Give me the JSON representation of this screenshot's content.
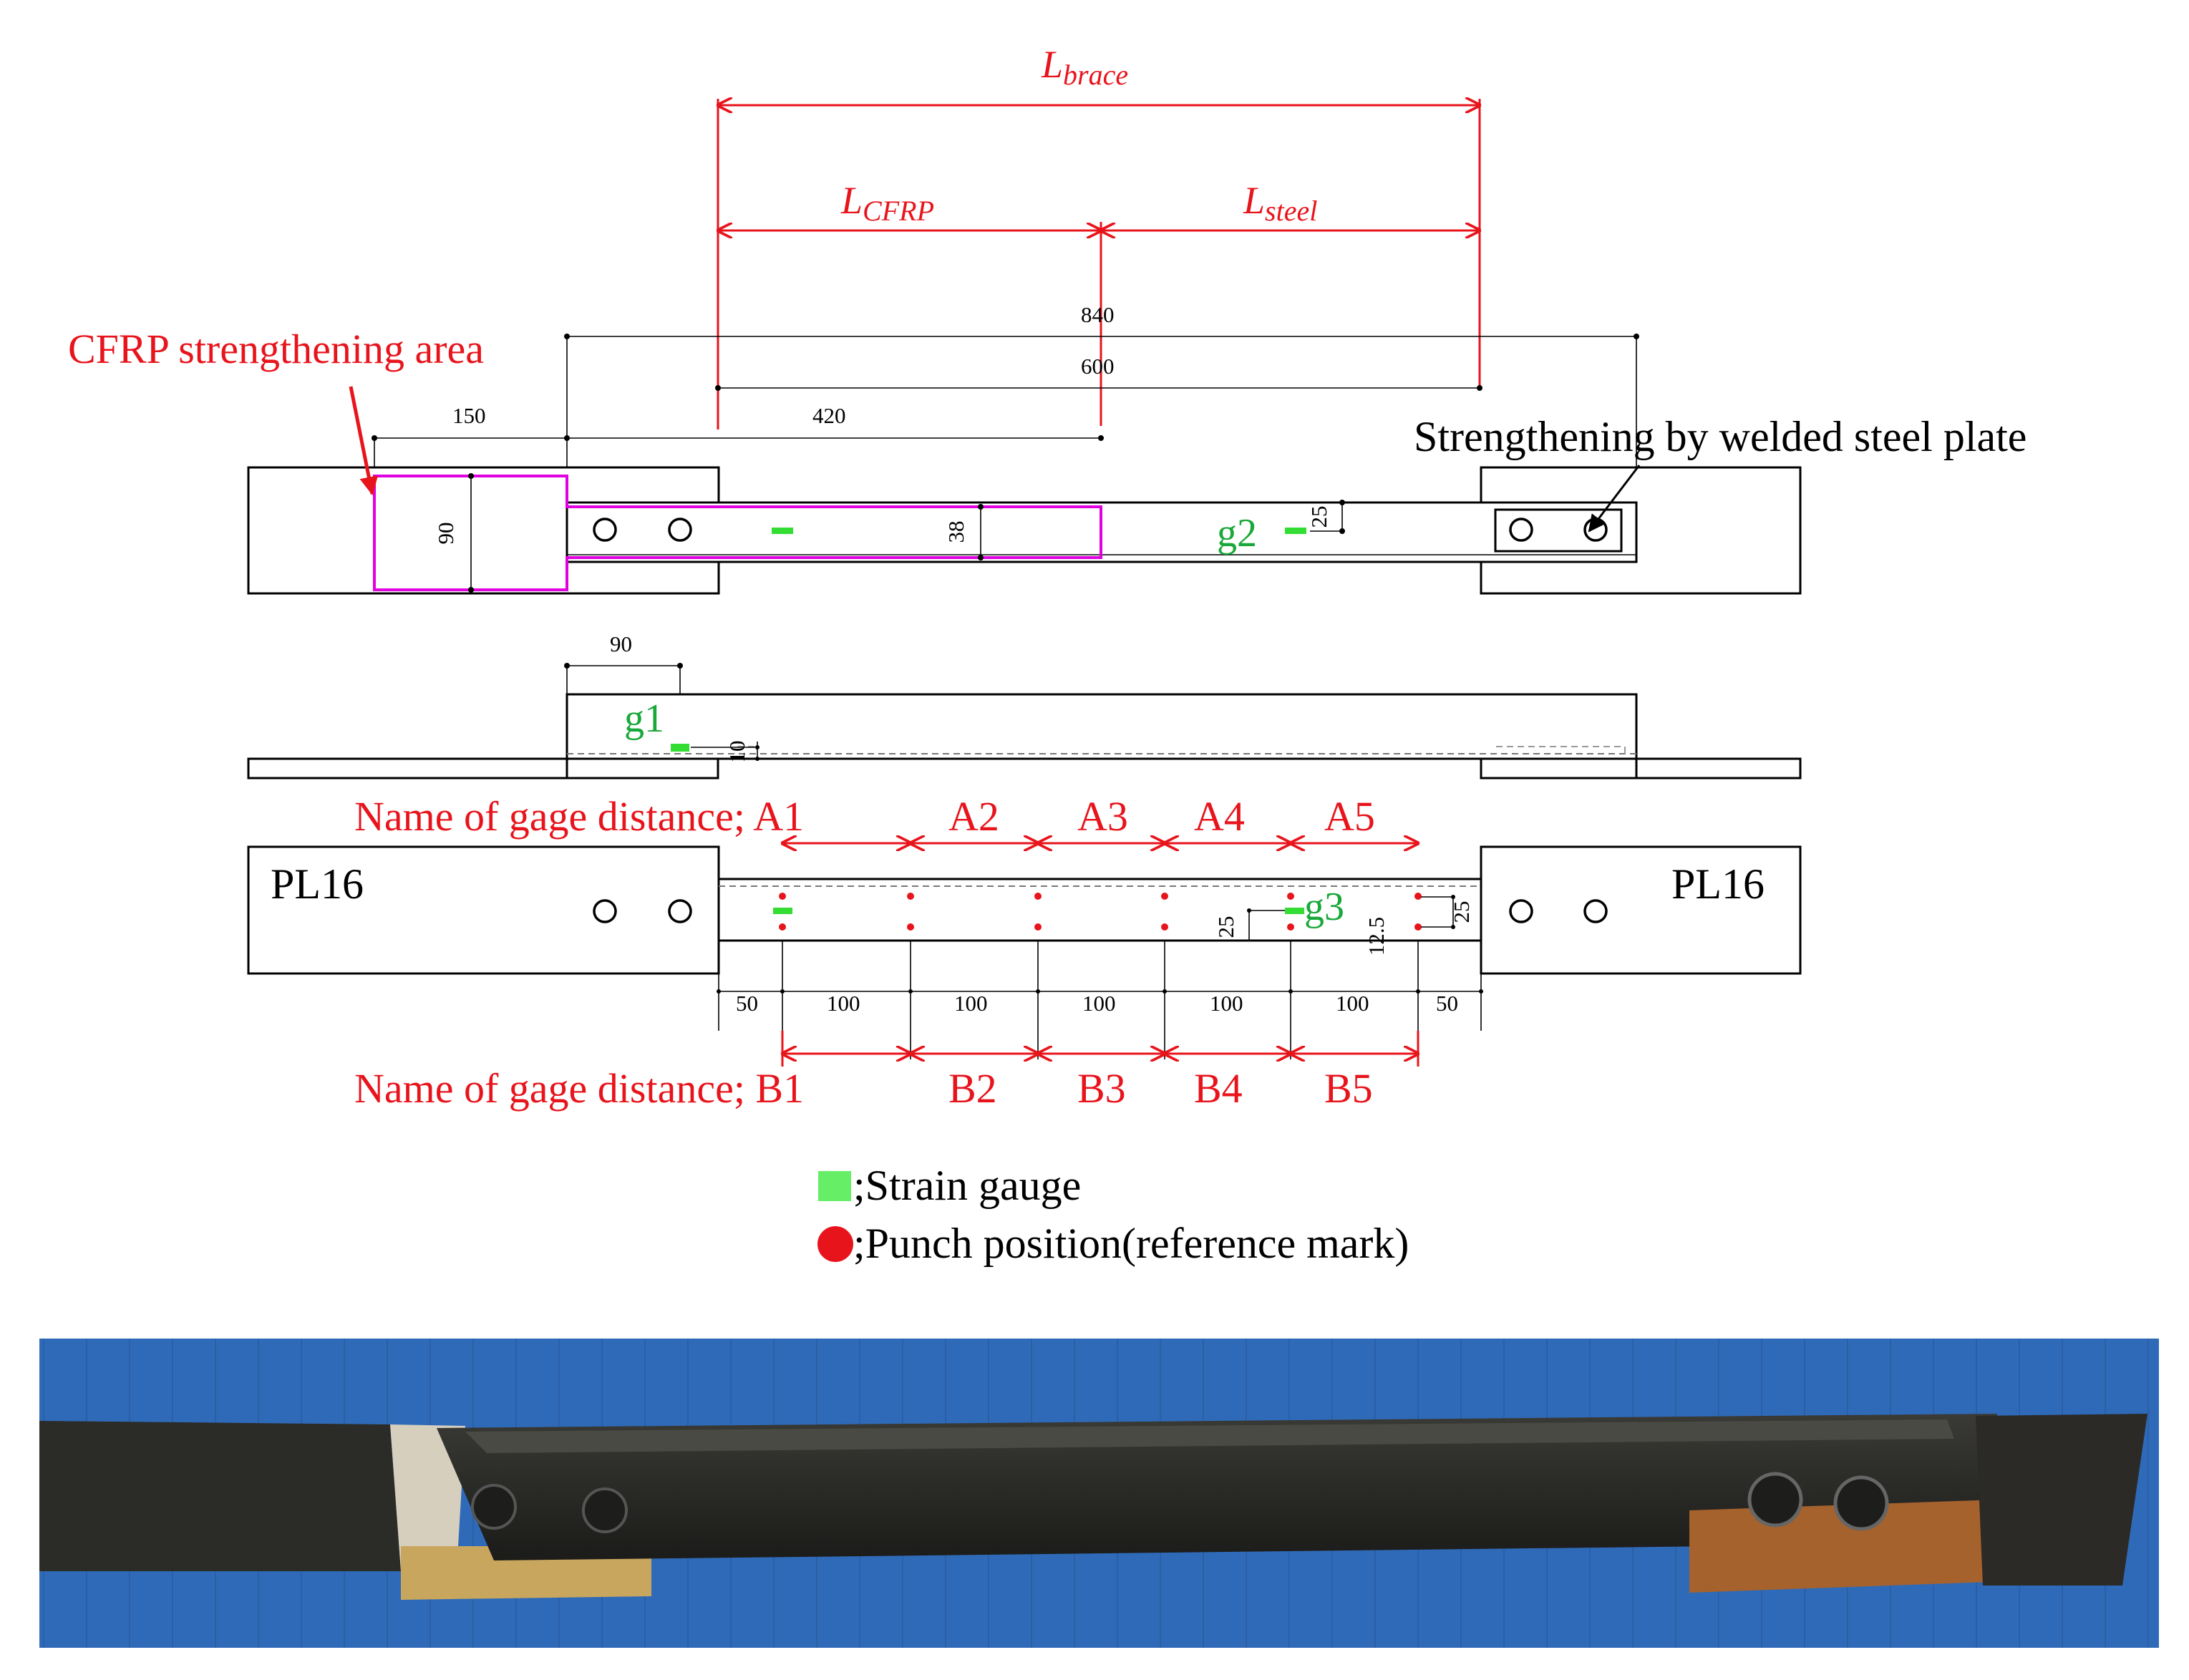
{
  "labels": {
    "l_brace_main": "L",
    "l_brace_sub": "brace",
    "l_cfrp_main": "L",
    "l_cfrp_sub": "CFRP",
    "l_steel_main": "L",
    "l_steel_sub": "steel",
    "cfrp_area": "CFRP strengthening area",
    "welded_plate": "Strengthening by welded steel plate",
    "gage_a_prefix": "Name of gage distance; A1",
    "gage_b_prefix": "Name of gage distance; B1",
    "pl_left": "PL16",
    "pl_right": "PL16"
  },
  "gauges": [
    "g1",
    "g2",
    "g3"
  ],
  "gage_names_a": [
    "A2",
    "A3",
    "A4",
    "A5"
  ],
  "gage_names_b": [
    "B2",
    "B3",
    "B4",
    "B5"
  ],
  "dimensions": {
    "d840": "840",
    "d600": "600",
    "d150": "150",
    "d420": "420",
    "d90_top": "90",
    "d38": "38",
    "d25_top": "25",
    "d90_side": "90",
    "d10": "10",
    "d25_bottom_left": "25",
    "d12_5": "12.5",
    "d25_bottom_right": "25",
    "bottom_spacings": [
      "50",
      "100",
      "100",
      "100",
      "100",
      "100",
      "50"
    ]
  },
  "legend": {
    "strain_gauge": ";Strain gauge",
    "punch": ";Punch position(reference mark)"
  },
  "colors": {
    "red": "#e8141c",
    "green": "#1aa83a",
    "magenta": "#e000e0",
    "gauge": "#33dd33",
    "photo_background": "#2f6ab8"
  }
}
